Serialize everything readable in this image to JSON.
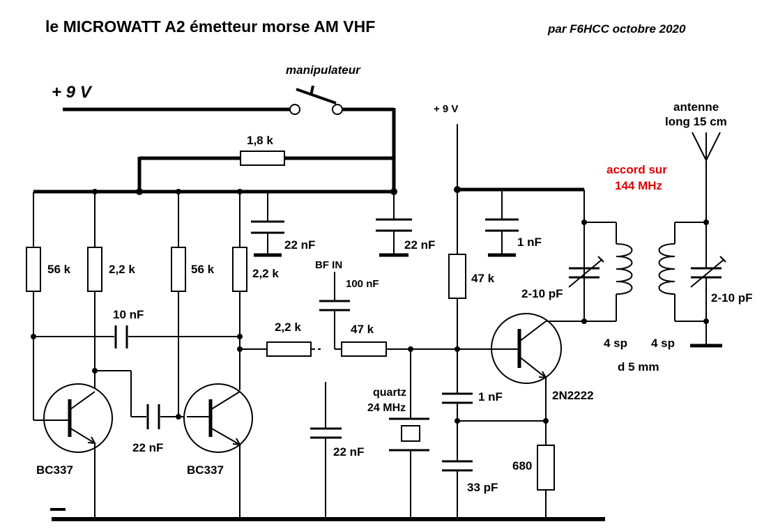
{
  "title": "le  MICROWATT  A2   émetteur morse AM VHF",
  "author": "par F6HCC  octobre 2020",
  "labels": {
    "supply_main": "+ 9 V",
    "supply_right": "+ 9 V",
    "key": "manipulateur",
    "antenna_line1": "antenne",
    "antenna_line2": "long 15 cm",
    "tune_line1": "accord sur",
    "tune_line2": "144 MHz",
    "r_18k": "1,8 k",
    "r1": "56 k",
    "r2": "2,2 k",
    "r3": "56 k",
    "r4": "2,2 k",
    "c_22n_a": "22 nF",
    "c_22n_b": "22 nF",
    "c_1n_top": "1 nF",
    "bf_in": "BF IN",
    "c_100n": "100 nF",
    "r_47k_v": "47 k",
    "c_10n": "10 nF",
    "r_22k_h": "2,2 k",
    "r_47k_h": "47 k",
    "c_22n_mid": "22 nF",
    "c_22n_gnd": "22 nF",
    "quartz_line1": "quartz",
    "quartz_line2": "24 MHz",
    "c_1n_mid": "1 nF",
    "c_33p": "33 pF",
    "r_680": "680",
    "q_bc337_a": "BC337",
    "q_bc337_b": "BC337",
    "q_2n2222": "2N2222",
    "cv_left": "2-10 pF",
    "cv_right": "2-10 pF",
    "coil_left": "4 sp",
    "coil_right": "4 sp",
    "coil_diam": "d 5 mm",
    "minus": "−"
  },
  "colors": {
    "accent": "#e00000",
    "ink": "#000000"
  }
}
